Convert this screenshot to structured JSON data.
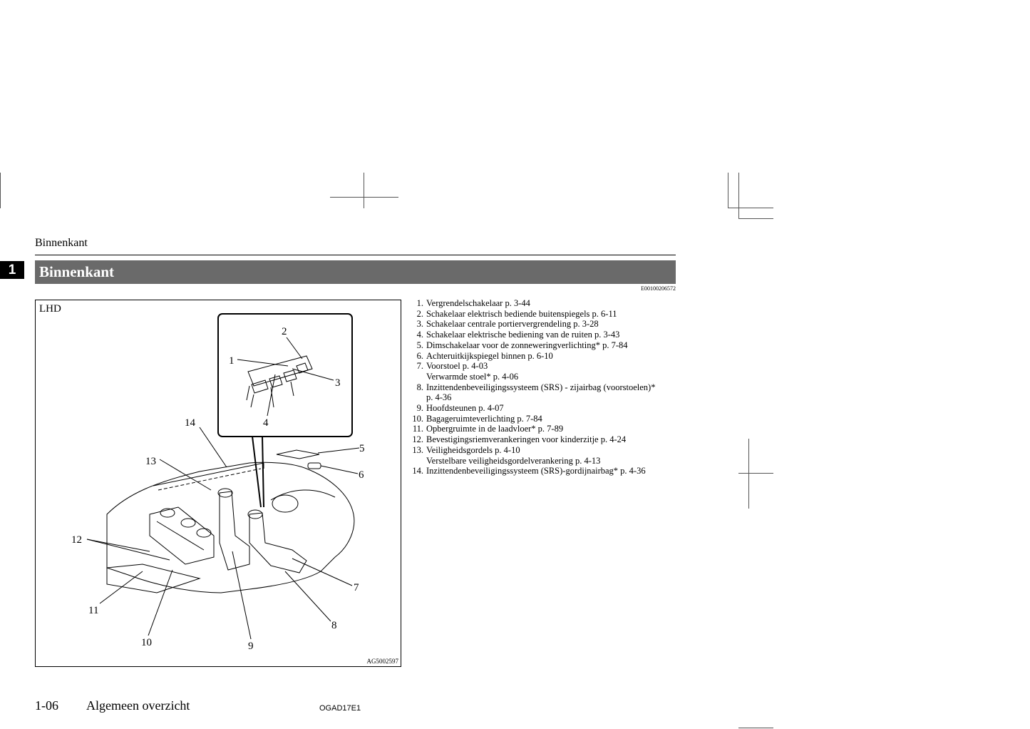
{
  "header": {
    "running_title": "Binnenkant"
  },
  "chapter_tab": "1",
  "section": {
    "title": "Binnenkant",
    "doc_id": "E00100206572"
  },
  "figure": {
    "label": "LHD",
    "code": "AG5002597",
    "callouts": [
      "1",
      "2",
      "3",
      "4",
      "5",
      "6",
      "7",
      "8",
      "9",
      "10",
      "11",
      "12",
      "13",
      "14"
    ]
  },
  "legend": [
    {
      "num": "1.",
      "text": "Vergrendelschakelaar p. 3-44"
    },
    {
      "num": "2.",
      "text": "Schakelaar elektrisch bediende buitenspiegels p. 6-11"
    },
    {
      "num": "3.",
      "text": "Schakelaar centrale portiervergrendeling p. 3-28"
    },
    {
      "num": "4.",
      "text": "Schakelaar elektrische bediening van de ruiten p. 3-43"
    },
    {
      "num": "5.",
      "text": "Dimschakelaar voor de zonneweringverlichting* p. 7-84"
    },
    {
      "num": "6.",
      "text": "Achteruitkijkspiegel binnen p. 6-10"
    },
    {
      "num": "7.",
      "text": "Voorstoel p. 4-03",
      "sub": "Verwarmde stoel* p. 4-06"
    },
    {
      "num": "8.",
      "text": "Inzittendenbeveiligingssysteem (SRS) - zijairbag (voorstoelen)*",
      "sub": "p. 4-36"
    },
    {
      "num": "9.",
      "text": "Hoofdsteunen p. 4-07"
    },
    {
      "num": "10.",
      "text": "Bagageruimteverlichting p. 7-84"
    },
    {
      "num": "11.",
      "text": "Opbergruimte in de laadvloer* p. 7-89"
    },
    {
      "num": "12.",
      "text": "Bevestigingsriemverankeringen voor kinderzitje p. 4-24"
    },
    {
      "num": "13.",
      "text": "Veiligheidsgordels p. 4-10",
      "sub": "Verstelbare veiligheidsgordelverankering p. 4-13"
    },
    {
      "num": "14.",
      "text": "Inzittendenbeveiligingssysteem (SRS)-gordijnairbag* p. 4-36"
    }
  ],
  "footer": {
    "page": "1-06",
    "section": "Algemeen overzicht",
    "code": "OGAD17E1"
  }
}
